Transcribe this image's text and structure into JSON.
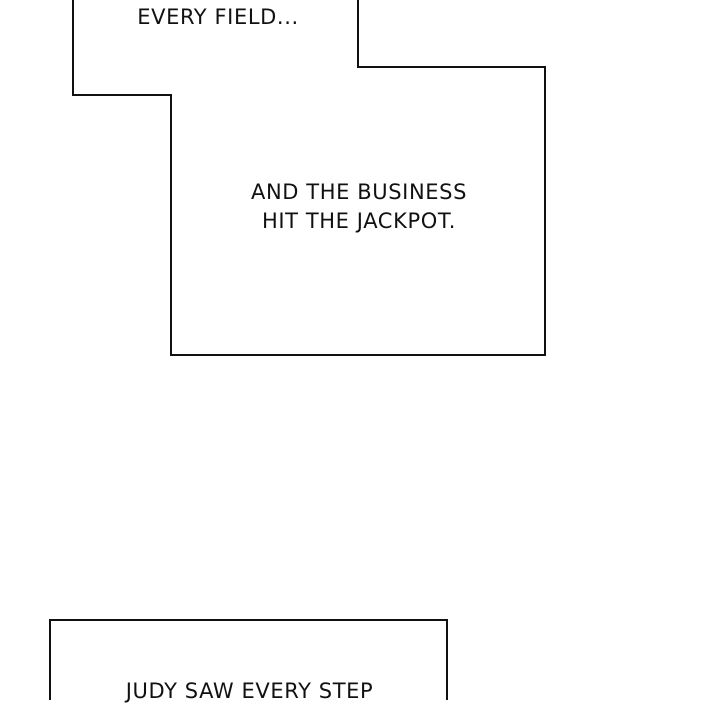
{
  "panels": [
    {
      "name": "top-caption-box",
      "lines": [
        "EVERY FIELD..."
      ]
    },
    {
      "name": "middle-caption-box",
      "lines": [
        "AND THE BUSINESS",
        "HIT THE JACKPOT."
      ]
    },
    {
      "name": "bottom-caption-box",
      "lines": [
        "JUDY SAW EVERY STEP"
      ]
    }
  ],
  "colors": {
    "background": "#ffffff",
    "ink": "#111111"
  }
}
